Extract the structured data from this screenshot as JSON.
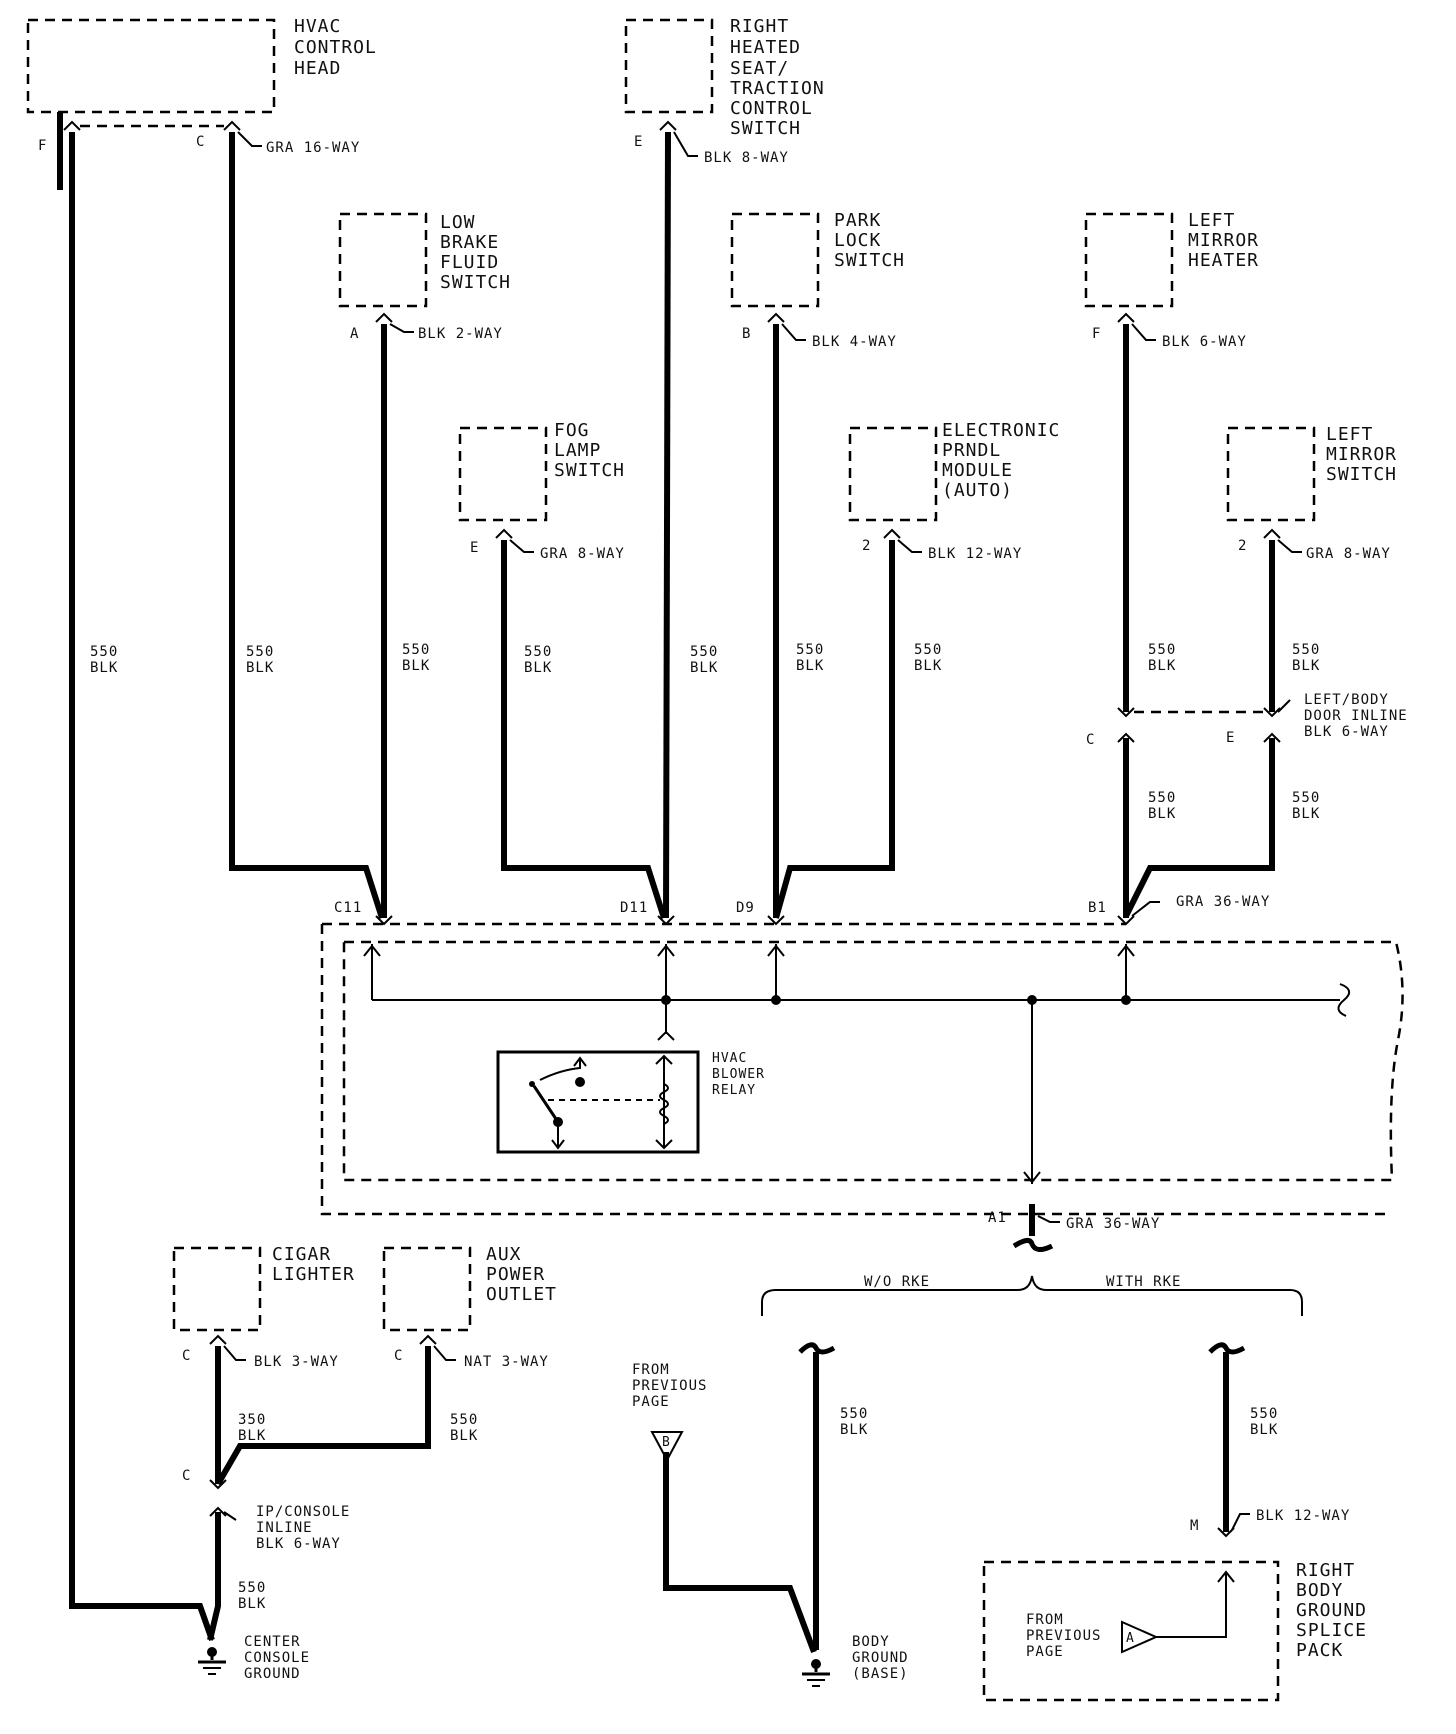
{
  "components": {
    "hvac_control_head": [
      "HVAC",
      "CONTROL",
      "HEAD"
    ],
    "right_heated_seat": [
      "RIGHT",
      "HEATED",
      "SEAT/",
      "TRACTION",
      "CONTROL",
      "SWITCH"
    ],
    "low_brake_fluid": [
      "LOW",
      "BRAKE",
      "FLUID",
      "SWITCH"
    ],
    "park_lock": [
      "PARK",
      "LOCK",
      "SWITCH"
    ],
    "left_mirror_heater": [
      "LEFT",
      "MIRROR",
      "HEATER"
    ],
    "fog_lamp": [
      "FOG",
      "LAMP",
      "SWITCH"
    ],
    "electronic_prndl": [
      "ELECTRONIC",
      "PRNDL",
      "MODULE",
      "(AUTO)"
    ],
    "left_mirror_switch": [
      "LEFT",
      "MIRROR",
      "SWITCH"
    ],
    "cigar_lighter": [
      "CIGAR",
      "LIGHTER"
    ],
    "aux_power_outlet": [
      "AUX",
      "POWER",
      "OUTLET"
    ],
    "hvac_blower_relay": [
      "HVAC",
      "BLOWER",
      "RELAY"
    ],
    "right_body_ground_splice": [
      "RIGHT",
      "BODY",
      "GROUND",
      "SPLICE",
      "PACK"
    ]
  },
  "pins": {
    "hvac_f": "F",
    "hvac_c": "C",
    "seat_e": "E",
    "brake_a": "A",
    "fog_e": "E",
    "park_b": "B",
    "prndl_2": "2",
    "mirror_heater_f": "F",
    "mirror_switch_2": "2",
    "inline_c": "C",
    "inline_e": "E",
    "c11": "C11",
    "d11": "D11",
    "d9": "D9",
    "b1": "B1",
    "a1": "A1",
    "cigar_c": "C",
    "aux_c": "C",
    "splice_c": "C",
    "splice_m": "M"
  },
  "connectors": {
    "hvac": "GRA 16-WAY",
    "seat": "BLK 8-WAY",
    "brake": "BLK 2-WAY",
    "park": "BLK 4-WAY",
    "mirror_heater": "BLK 6-WAY",
    "fog": "GRA 8-WAY",
    "prndl": "BLK 12-WAY",
    "mirror_switch": "GRA 8-WAY",
    "left_body_door_inline": [
      "LEFT/BODY",
      "DOOR INLINE",
      "BLK 6-WAY"
    ],
    "b1": "GRA 36-WAY",
    "a1": "GRA 36-WAY",
    "cigar": "BLK 3-WAY",
    "aux": "NAT 3-WAY",
    "ip_console_inline": [
      "IP/CONSOLE",
      "INLINE",
      "BLK 6-WAY"
    ],
    "splice_m": "BLK 12-WAY"
  },
  "wires": {
    "w550": [
      "550",
      "BLK"
    ],
    "w350": [
      "350",
      "BLK"
    ]
  },
  "branches": {
    "without_rke": "W/O RKE",
    "with_rke": "WITH RKE"
  },
  "references": {
    "from_previous_page": [
      "FROM",
      "PREVIOUS",
      "PAGE"
    ],
    "ref_b": "B",
    "ref_a": "A"
  },
  "grounds": {
    "center_console": [
      "CENTER",
      "CONSOLE",
      "GROUND"
    ],
    "body_ground": [
      "BODY",
      "GROUND",
      "(BASE)"
    ]
  }
}
